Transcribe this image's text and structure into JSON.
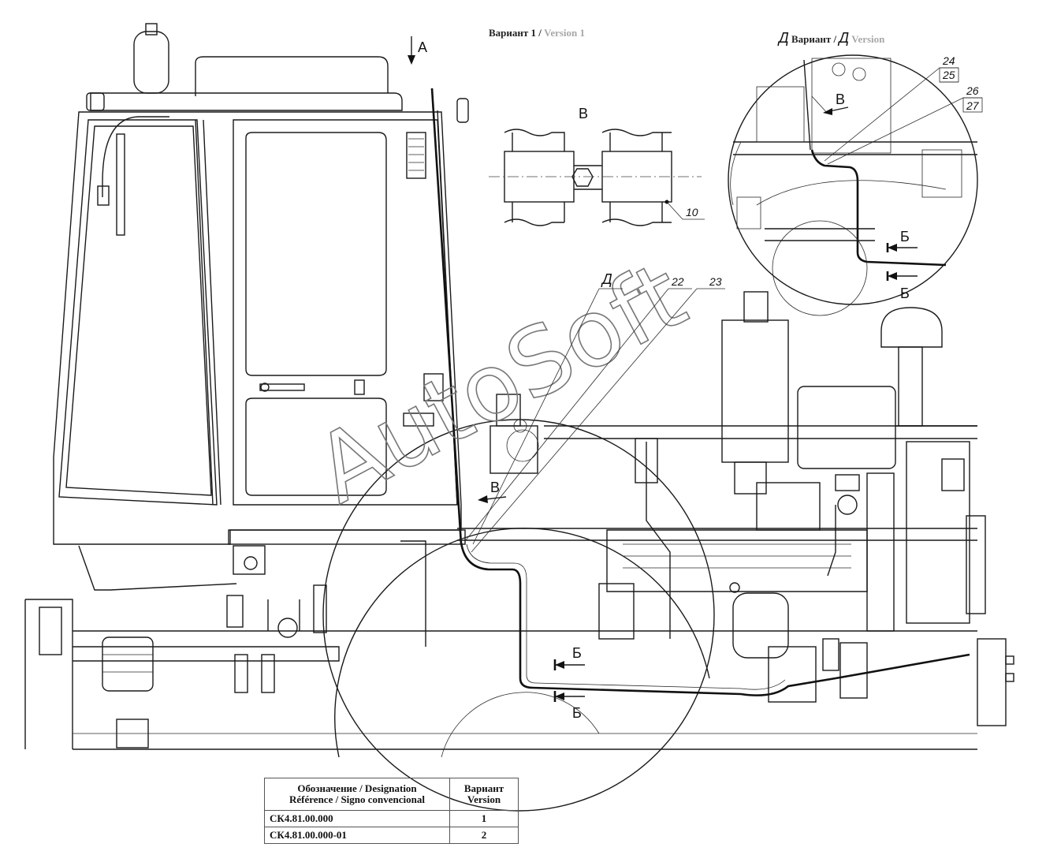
{
  "captions": {
    "variant1": {
      "ru": "Вариант 1 / ",
      "en": "Version 1"
    },
    "variantD": {
      "sym": "Д",
      "ru": "Вариант / ",
      "sym2": "Д",
      "en": "Version"
    }
  },
  "labels": {
    "view_a": "A",
    "view_v_top": "B",
    "view_v_main": "B",
    "view_v_detail": "B",
    "section_b1": "Б",
    "section_b2": "Б",
    "section_b3": "Б",
    "section_b4": "Б",
    "detail_d": "Д",
    "pos_10": "10",
    "pos_22": "22",
    "pos_23": "23",
    "pos_24": "24",
    "pos_25": "25",
    "pos_26": "26",
    "pos_27": "27"
  },
  "watermark": "AutoSoft",
  "table": {
    "header_designation_1": "Обозначение / Designation",
    "header_designation_2": "Référence / Signo convencional",
    "header_version_1": "Вариант",
    "header_version_2": "Version",
    "rows": [
      {
        "designation": "СК4.81.00.000",
        "version": "1"
      },
      {
        "designation": "СК4.81.00.000-01",
        "version": "2"
      }
    ]
  }
}
